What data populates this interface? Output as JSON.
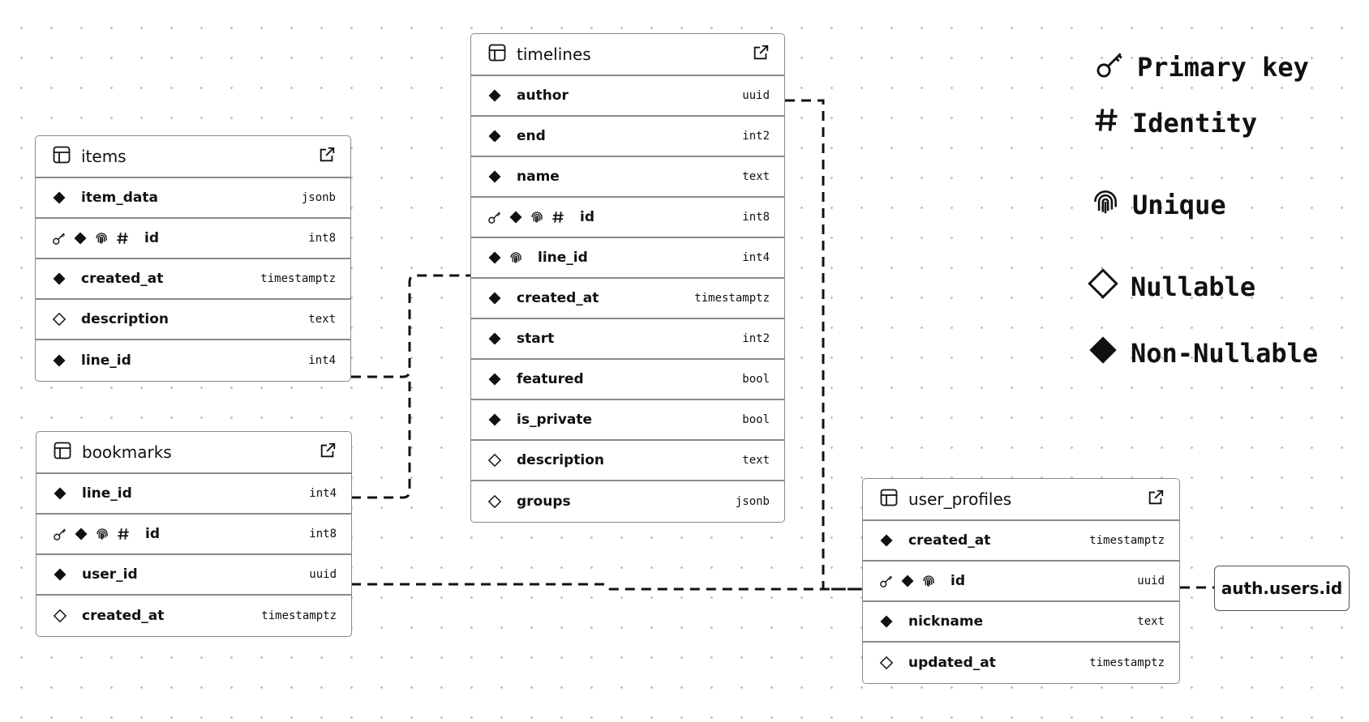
{
  "tables": {
    "timelines": {
      "name": "timelines",
      "columns": [
        {
          "name": "author",
          "type": "uuid",
          "flags": [
            "notnull"
          ]
        },
        {
          "name": "end",
          "type": "int2",
          "flags": [
            "notnull"
          ]
        },
        {
          "name": "name",
          "type": "text",
          "flags": [
            "notnull"
          ]
        },
        {
          "name": "id",
          "type": "int8",
          "flags": [
            "pk",
            "notnull",
            "unique",
            "identity"
          ]
        },
        {
          "name": "line_id",
          "type": "int4",
          "flags": [
            "notnull",
            "unique"
          ]
        },
        {
          "name": "created_at",
          "type": "timestamptz",
          "flags": [
            "notnull"
          ]
        },
        {
          "name": "start",
          "type": "int2",
          "flags": [
            "notnull"
          ]
        },
        {
          "name": "featured",
          "type": "bool",
          "flags": [
            "notnull"
          ]
        },
        {
          "name": "is_private",
          "type": "bool",
          "flags": [
            "notnull"
          ]
        },
        {
          "name": "description",
          "type": "text",
          "flags": [
            "nullable"
          ]
        },
        {
          "name": "groups",
          "type": "jsonb",
          "flags": [
            "nullable"
          ]
        }
      ]
    },
    "items": {
      "name": "items",
      "columns": [
        {
          "name": "item_data",
          "type": "jsonb",
          "flags": [
            "notnull"
          ]
        },
        {
          "name": "id",
          "type": "int8",
          "flags": [
            "pk",
            "notnull",
            "unique",
            "identity"
          ]
        },
        {
          "name": "created_at",
          "type": "timestamptz",
          "flags": [
            "notnull"
          ]
        },
        {
          "name": "description",
          "type": "text",
          "flags": [
            "nullable"
          ]
        },
        {
          "name": "line_id",
          "type": "int4",
          "flags": [
            "notnull"
          ]
        }
      ]
    },
    "bookmarks": {
      "name": "bookmarks",
      "columns": [
        {
          "name": "line_id",
          "type": "int4",
          "flags": [
            "notnull"
          ]
        },
        {
          "name": "id",
          "type": "int8",
          "flags": [
            "pk",
            "notnull",
            "unique",
            "identity"
          ]
        },
        {
          "name": "user_id",
          "type": "uuid",
          "flags": [
            "notnull"
          ]
        },
        {
          "name": "created_at",
          "type": "timestamptz",
          "flags": [
            "nullable"
          ]
        }
      ]
    },
    "user_profiles": {
      "name": "user_profiles",
      "columns": [
        {
          "name": "created_at",
          "type": "timestamptz",
          "flags": [
            "notnull"
          ]
        },
        {
          "name": "id",
          "type": "uuid",
          "flags": [
            "pk",
            "notnull",
            "unique"
          ]
        },
        {
          "name": "nickname",
          "type": "text",
          "flags": [
            "notnull"
          ]
        },
        {
          "name": "updated_at",
          "type": "timestamptz",
          "flags": [
            "nullable"
          ]
        }
      ]
    }
  },
  "legend": {
    "primary_key": "Primary key",
    "identity": "Identity",
    "unique": "Unique",
    "nullable": "Nullable",
    "non_nullable": "Non-Nullable"
  },
  "external_ref": "auth.users.id"
}
